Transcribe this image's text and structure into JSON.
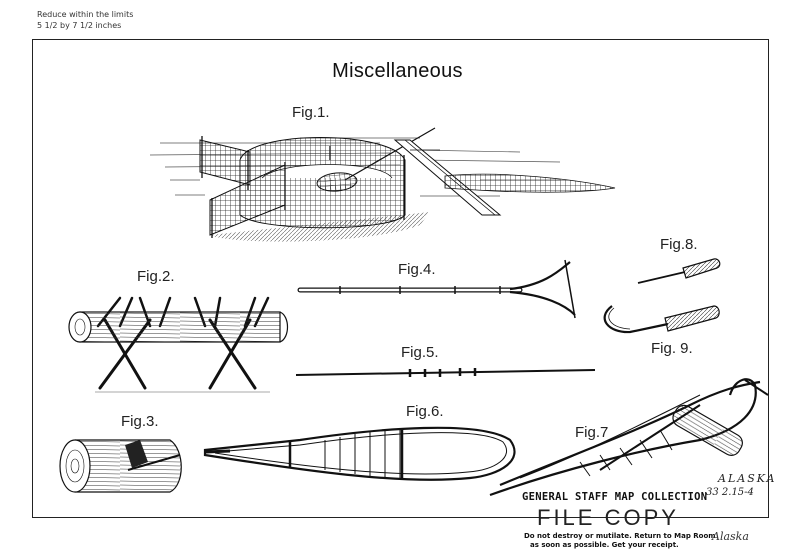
{
  "margin_notes": {
    "line1": "Reduce within the limits",
    "line2": "5 1/2 by 7 1/2 inches"
  },
  "title": "Miscellaneous",
  "figures": {
    "fig1": "Fig.1.",
    "fig2": "Fig.2.",
    "fig3": "Fig.3.",
    "fig4": "Fig.4.",
    "fig5": "Fig.5.",
    "fig6": "Fig.6.",
    "fig7": "Fig.7",
    "fig8": "Fig.8.",
    "fig9": "Fig. 9."
  },
  "stamp": {
    "line1": "GENERAL STAFF MAP COLLECTION",
    "line2": "FILE COPY",
    "line3": "Do not destroy or mutilate. Return to Map Room",
    "line4": "as soon as possible. Get your receipt."
  },
  "catalog": {
    "line1": "ALASKA",
    "line2": "33 2.15-4"
  },
  "signature": "Alaska",
  "colors": {
    "ink": "#222222",
    "paper": "#ffffff"
  }
}
